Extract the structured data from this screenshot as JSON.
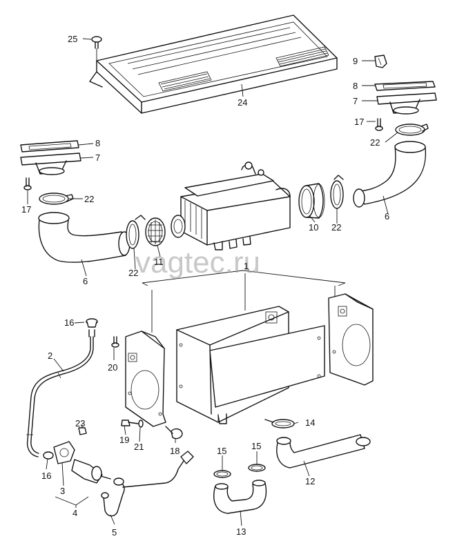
{
  "watermark": "vagtec.ru",
  "callouts": {
    "c1": "1",
    "c2": "2",
    "c3": "3",
    "c4": "4",
    "c5": "5",
    "c6a": "6",
    "c6b": "6",
    "c7a": "7",
    "c7b": "7",
    "c8a": "8",
    "c8b": "8",
    "c9": "9",
    "c10": "10",
    "c11": "11",
    "c12": "12",
    "c13": "13",
    "c14": "14",
    "c15a": "15",
    "c15b": "15",
    "c16a": "16",
    "c16b": "16",
    "c17a": "17",
    "c17b": "17",
    "c18": "18",
    "c19": "19",
    "c20": "20",
    "c21": "21",
    "c22a": "22",
    "c22b": "22",
    "c22c": "22",
    "c22d": "22",
    "c23": "23",
    "c24": "24",
    "c25": "25"
  }
}
